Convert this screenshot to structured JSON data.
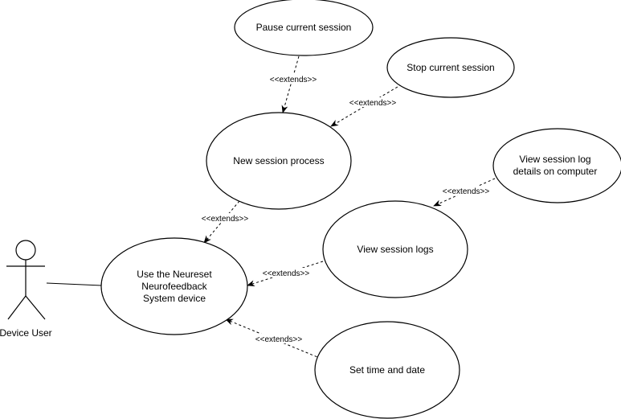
{
  "actor": {
    "label": "Device User"
  },
  "use_cases": {
    "pause": "Pause current session",
    "stop": "Stop current session",
    "new_session": "New session process",
    "view_details": [
      "View session log",
      "details on computer"
    ],
    "view_logs": "View session logs",
    "use_device": [
      "Use the Neureset",
      "Neurofeedback",
      "System device"
    ],
    "set_time": "Set time and date"
  },
  "relations": {
    "extends_label": "<<extends>>"
  }
}
